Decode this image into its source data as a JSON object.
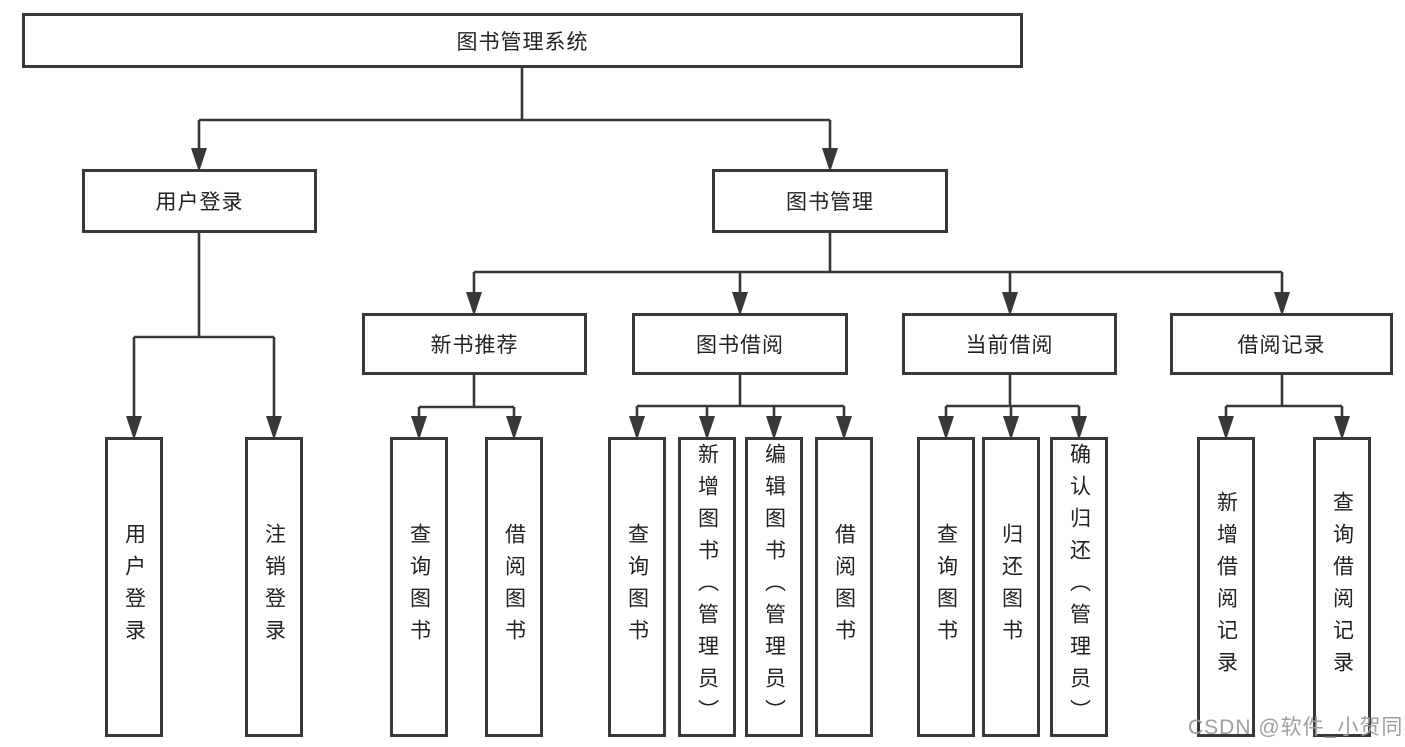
{
  "diagram": {
    "title_node": "图书管理系统",
    "level2": [
      {
        "label": "用户登录"
      },
      {
        "label": "图书管理"
      }
    ],
    "level3": [
      {
        "label": "新书推荐"
      },
      {
        "label": "图书借阅"
      },
      {
        "label": "当前借阅"
      },
      {
        "label": "借阅记录"
      }
    ],
    "leaves": [
      {
        "label": "用户登录"
      },
      {
        "label": "注销登录"
      },
      {
        "label": "查询图书"
      },
      {
        "label": "借阅图书"
      },
      {
        "label": "查询图书"
      },
      {
        "label": "新增图书（管理员）"
      },
      {
        "label": "编辑图书（管理员）"
      },
      {
        "label": "借阅图书"
      },
      {
        "label": "查询图书"
      },
      {
        "label": "归还图书"
      },
      {
        "label": "确认归还（管理员）"
      },
      {
        "label": "新增借阅记录"
      },
      {
        "label": "查询借阅记录"
      }
    ],
    "watermark": "CSDN @软件_小贺同学",
    "colors": {
      "line": "#383838",
      "box_border": "#383838",
      "text": "#222222",
      "watermark": "#9f9f9f",
      "background": "#ffffff"
    }
  }
}
